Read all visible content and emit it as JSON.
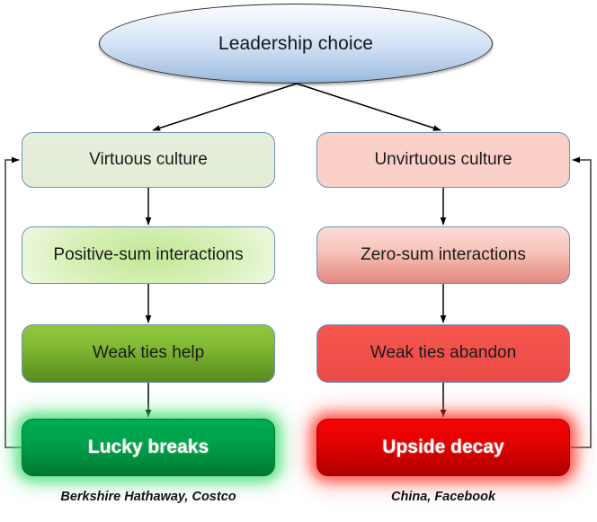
{
  "diagram": {
    "title": "Leadership choice",
    "root": {
      "label": "Leadership choice",
      "shape": "ellipse",
      "fill_top": "#fbfdff",
      "fill_bottom": "#93b2d8",
      "border": "#2c2c2c"
    },
    "branches": [
      {
        "id": "virtuous",
        "accent": "#00a14b",
        "caption": "Berkshire Hathaway, Costco",
        "stages": [
          {
            "label": "Virtuous culture",
            "fill": "#e2edd6"
          },
          {
            "label": "Positive-sum interactions",
            "fill": "#c2e896"
          },
          {
            "label": "Weak ties help",
            "fill": "#84bb35"
          },
          {
            "label": "Lucky breaks",
            "fill": "#00a14b",
            "glow": "#3cdc6e",
            "emphasis": "bold-white"
          }
        ],
        "feedback": {
          "from": "Lucky breaks",
          "to": "Virtuous culture",
          "side": "left"
        }
      },
      {
        "id": "unvirtuous",
        "accent": "#e60202",
        "caption": "China, Facebook",
        "stages": [
          {
            "label": "Unvirtuous culture",
            "fill": "#fad0c8"
          },
          {
            "label": "Zero-sum interactions",
            "fill": "#f6c2b8"
          },
          {
            "label": "Weak ties abandon",
            "fill": "#f1504a"
          },
          {
            "label": "Upside decay",
            "fill": "#e60202",
            "glow": "#ff372d",
            "emphasis": "bold-white"
          }
        ],
        "feedback": {
          "from": "Upside decay",
          "to": "Unvirtuous culture",
          "side": "right"
        }
      }
    ]
  }
}
